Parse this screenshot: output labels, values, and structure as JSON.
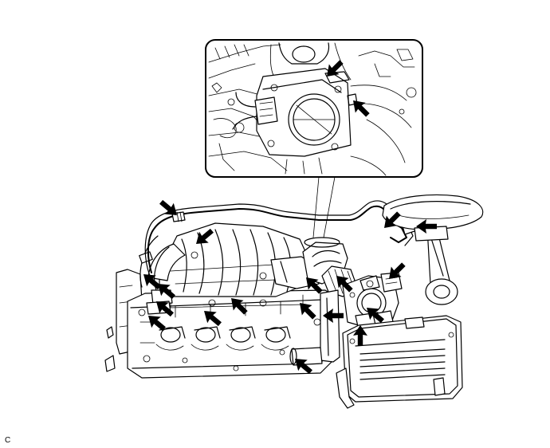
{
  "illustration": {
    "code": "C",
    "components": [
      "detail-inset",
      "engine-assembly",
      "intake-manifold",
      "throttle-body",
      "air-cleaner-case",
      "air-hose",
      "vacuum-hose",
      "canister-bracket"
    ],
    "arrow_icon": "arrow-icon",
    "arrow_count": 20
  }
}
